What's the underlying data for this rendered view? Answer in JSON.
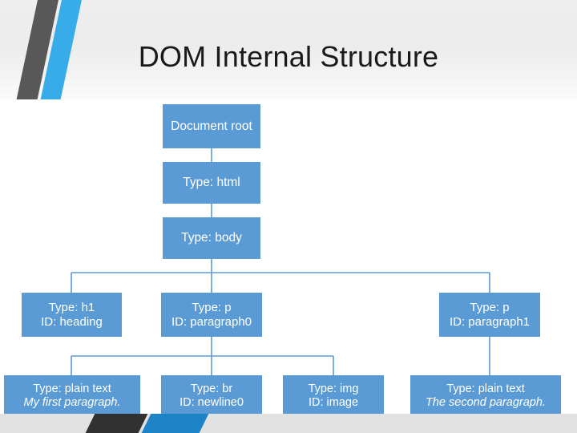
{
  "slide": {
    "title": "DOM Internal Structure",
    "colors": {
      "node_fill": "#5B9BD5",
      "node_text": "#FFFFFF",
      "connector": "#5B9BD5",
      "stripe_dark": "#585858",
      "stripe_blue": "#37ACE8",
      "title_band": "#ECECEC",
      "footer_bar": "#E2E2E2",
      "footer_dark": "#313131",
      "footer_blue": "#1C83C6",
      "canvas": "#FFFFFF",
      "title_text": "#1A1A1A"
    }
  },
  "diagram": {
    "type": "tree",
    "nodes": [
      {
        "id": "root",
        "lines": [
          {
            "text": "Document root",
            "italic": false
          }
        ]
      },
      {
        "id": "html",
        "lines": [
          {
            "text": "Type: html",
            "italic": false
          }
        ]
      },
      {
        "id": "body",
        "lines": [
          {
            "text": "Type: body",
            "italic": false
          }
        ]
      },
      {
        "id": "h1",
        "lines": [
          {
            "text": "Type: h1",
            "italic": false
          },
          {
            "text": "ID: heading",
            "italic": false
          }
        ]
      },
      {
        "id": "p0",
        "lines": [
          {
            "text": "Type: p",
            "italic": false
          },
          {
            "text": "ID: paragraph0",
            "italic": false
          }
        ]
      },
      {
        "id": "p1",
        "lines": [
          {
            "text": "Type: p",
            "italic": false
          },
          {
            "text": "ID: paragraph1",
            "italic": false
          }
        ]
      },
      {
        "id": "text0",
        "lines": [
          {
            "text": "Type: plain text",
            "italic": false
          },
          {
            "text": "My first paragraph.",
            "italic": true
          }
        ]
      },
      {
        "id": "br0",
        "lines": [
          {
            "text": "Type: br",
            "italic": false
          },
          {
            "text": "ID: newline0",
            "italic": false
          }
        ]
      },
      {
        "id": "img0",
        "lines": [
          {
            "text": "Type: img",
            "italic": false
          },
          {
            "text": "ID: image",
            "italic": false
          }
        ]
      },
      {
        "id": "text1",
        "lines": [
          {
            "text": "Type: plain text",
            "italic": false
          },
          {
            "text": "The second paragraph.",
            "italic": true
          }
        ]
      }
    ],
    "edges": [
      {
        "from": "root",
        "to": "html"
      },
      {
        "from": "html",
        "to": "body"
      },
      {
        "from": "body",
        "to": "h1"
      },
      {
        "from": "body",
        "to": "p0"
      },
      {
        "from": "body",
        "to": "p1"
      },
      {
        "from": "p0",
        "to": "text0"
      },
      {
        "from": "p0",
        "to": "br0"
      },
      {
        "from": "p0",
        "to": "img0"
      },
      {
        "from": "p1",
        "to": "text1"
      }
    ]
  }
}
